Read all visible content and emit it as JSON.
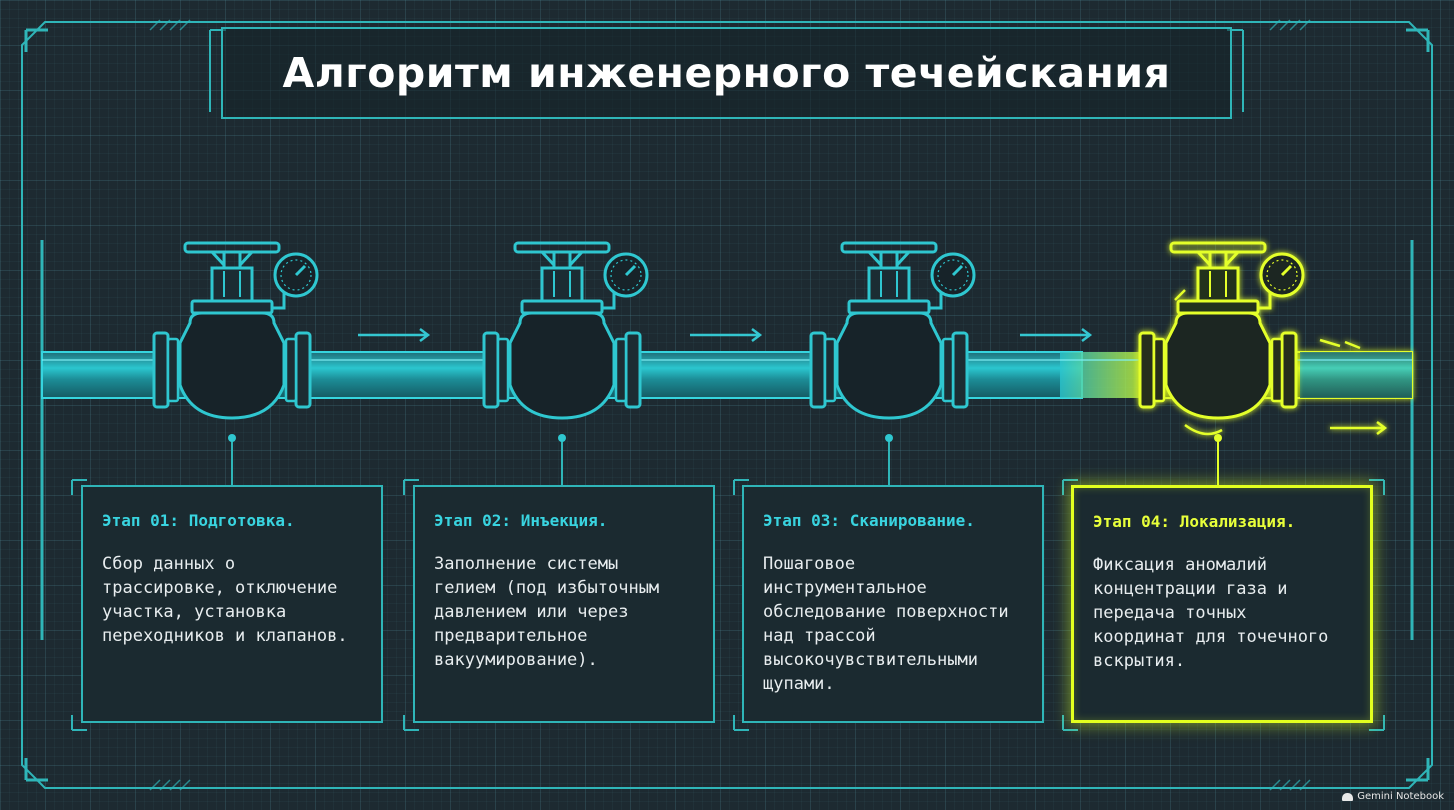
{
  "title": "Алгоритм инженерного течейскания",
  "stages": [
    {
      "heading": "Этап 01: Подготовка.",
      "text": "Сбор данных о\nтрассировке, отключение\nучастка, установка\nпереходников и клапанов."
    },
    {
      "heading": "Этап 02: Инъекция.",
      "text": "Заполнение системы\nгелием (под избыточным\nдавлением или через\nпредварительное\nвакуумирование)."
    },
    {
      "heading": "Этап 03: Сканирование.",
      "text": "Пошаговое\nинструментальное\nобследование поверхности\nнад трассой\nвысокочувствительными\nщупами."
    },
    {
      "heading": "Этап 04: Локализация.",
      "text": "Фиксация аномалий\nконцентрации газа и\nпередача точных\nкоординат для точечного\nвскрытия."
    }
  ],
  "active_stage": 4,
  "colors": {
    "background": "#1d2a31",
    "cyan": "#2fb5b8",
    "highlight": "#e2ff1f"
  },
  "watermark": "Gemini Notebook",
  "icons": [
    "valve-handwheel-icon",
    "pressure-gauge-icon",
    "flow-arrow-icon",
    "gemini-logo-icon"
  ]
}
